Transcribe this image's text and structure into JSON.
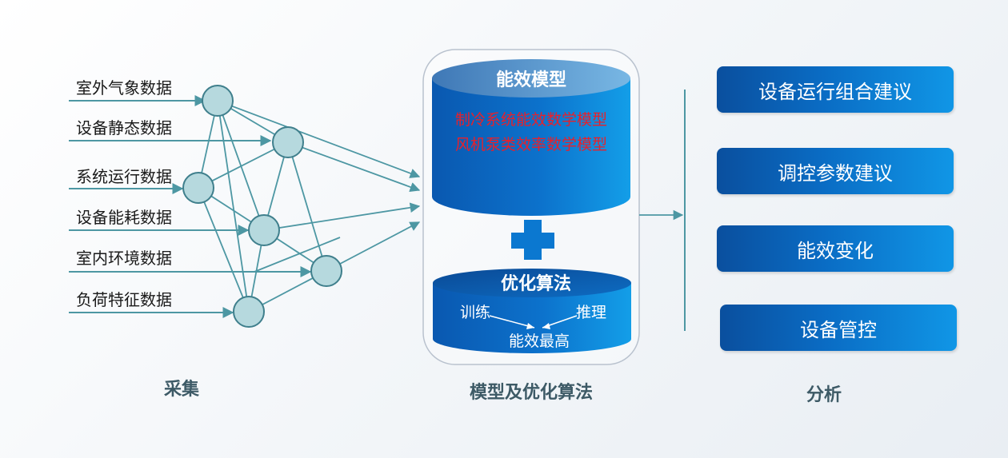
{
  "inputs": [
    "室外气象数据",
    "设备静态数据",
    "系统运行数据",
    "设备能耗数据",
    "室内环境数据",
    "负荷特征数据"
  ],
  "model": {
    "title": "能效模型",
    "items": [
      "制冷系统能效数学模型",
      "风机泵类效率数学模型"
    ]
  },
  "algorithm": {
    "title": "优化算法",
    "train": "训练",
    "infer": "推理",
    "result": "能效最高"
  },
  "outputs": [
    "设备运行组合建议",
    "调控参数建议",
    "能效变化",
    "设备管控"
  ],
  "sections": {
    "collect": "采集",
    "model": "模型及优化算法",
    "analyze": "分析"
  },
  "colors": {
    "accent": "#0a6cc4",
    "node_fill": "#b6d9de",
    "node_stroke": "#3f7f8c",
    "line": "#4d97a3",
    "model_text": "#e8202a",
    "plus": "#0b78d0"
  }
}
